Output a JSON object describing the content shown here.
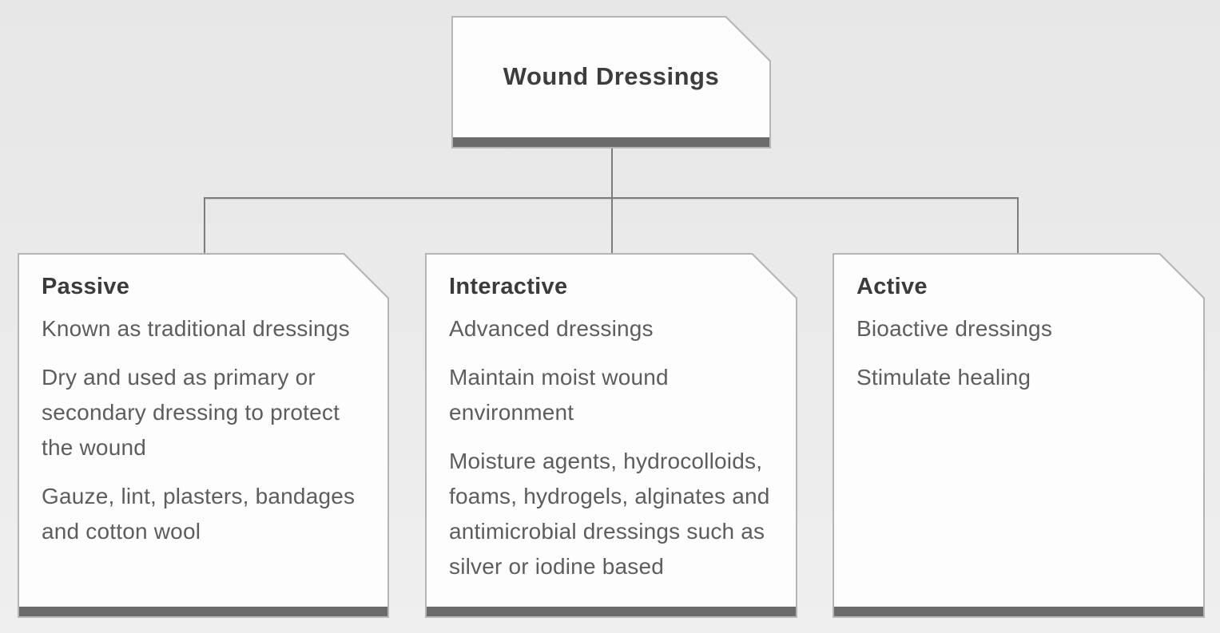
{
  "diagram": {
    "root": {
      "title": "Wound Dressings"
    },
    "branches": [
      {
        "title": "Passive",
        "paragraphs": [
          "Known as traditional dressings",
          "Dry and used as primary or secondary dressing to protect the wound",
          "Gauze, lint, plasters, bandages and cotton wool"
        ]
      },
      {
        "title": "Interactive",
        "paragraphs": [
          "Advanced dressings",
          "Maintain moist wound environment",
          "Moisture agents, hydrocolloids, foams, hydrogels, alginates and antimicrobial dressings such as silver or iodine based"
        ]
      },
      {
        "title": "Active",
        "paragraphs": [
          "Bioactive dressings",
          "Stimulate healing"
        ]
      }
    ],
    "colors": {
      "background": "#eaeaea",
      "box_fill": "#fdfdfd",
      "box_border": "#b5b5b5",
      "bottom_bar": "#6b6b6b",
      "connector_line": "#7d7d7d",
      "heading_text": "#3b3b3b",
      "body_text": "#5d5d5d"
    }
  }
}
